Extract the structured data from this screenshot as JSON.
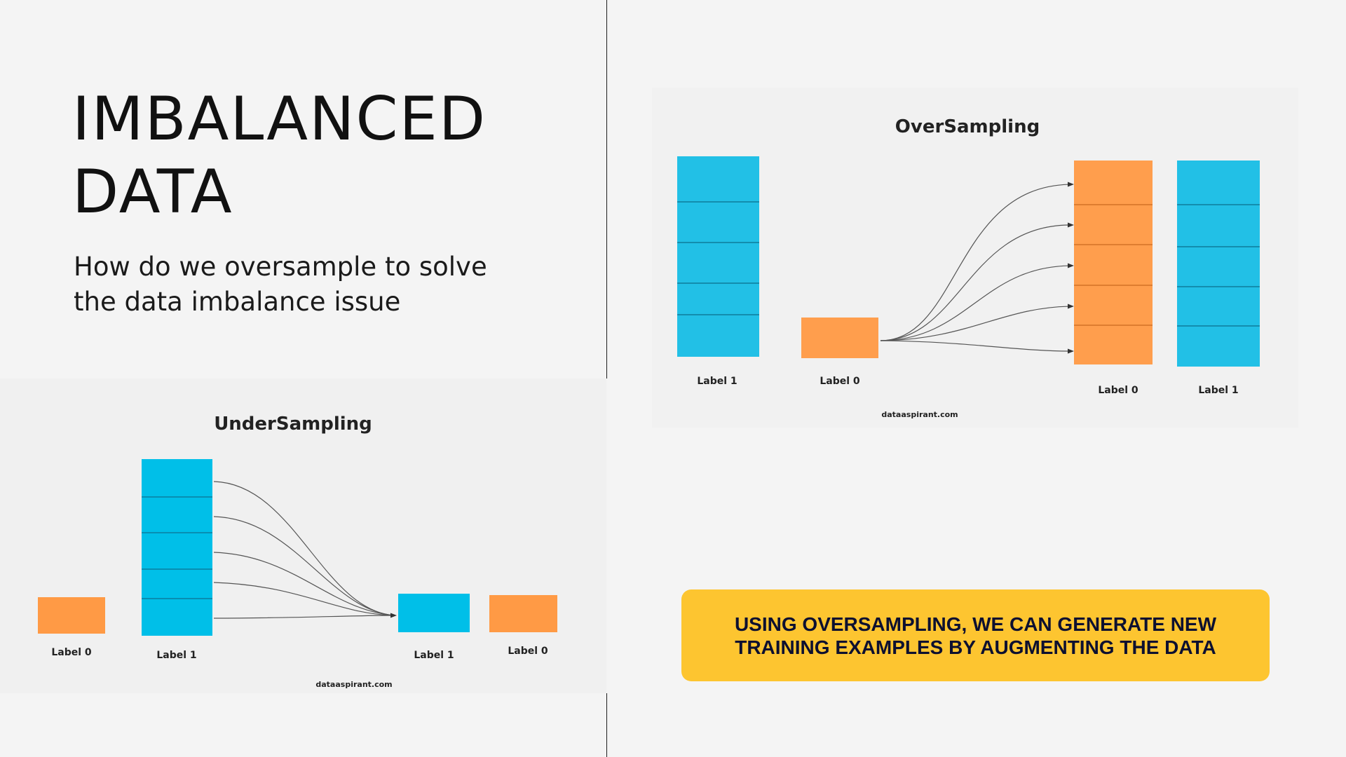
{
  "title": {
    "line1": "IMBALANCED",
    "line2": "DATA"
  },
  "subtitle": "How do we oversample to solve the data imbalance issue",
  "undersampling": {
    "title": "UnderSampling",
    "labels": {
      "minority_left": "Label 0",
      "majority_stack": "Label 1",
      "result_majority": "Label 1",
      "result_minority": "Label 0"
    },
    "footer": "dataaspirant.com",
    "majority_block_count": 5
  },
  "oversampling": {
    "title": "OverSampling",
    "labels": {
      "majority_stack": "Label 1",
      "minority_single": "Label 0",
      "generated_stack": "Label 0",
      "result_majority": "Label 1"
    },
    "footer": "dataaspirant.com",
    "generated_block_count": 5
  },
  "callout": {
    "text": "Using oversampling, we can generate new training examples by augmenting the data"
  },
  "colors": {
    "blue_note": "#00bfe8",
    "orange_note": "#ff9a45",
    "callout_bg": "#fdc530"
  }
}
